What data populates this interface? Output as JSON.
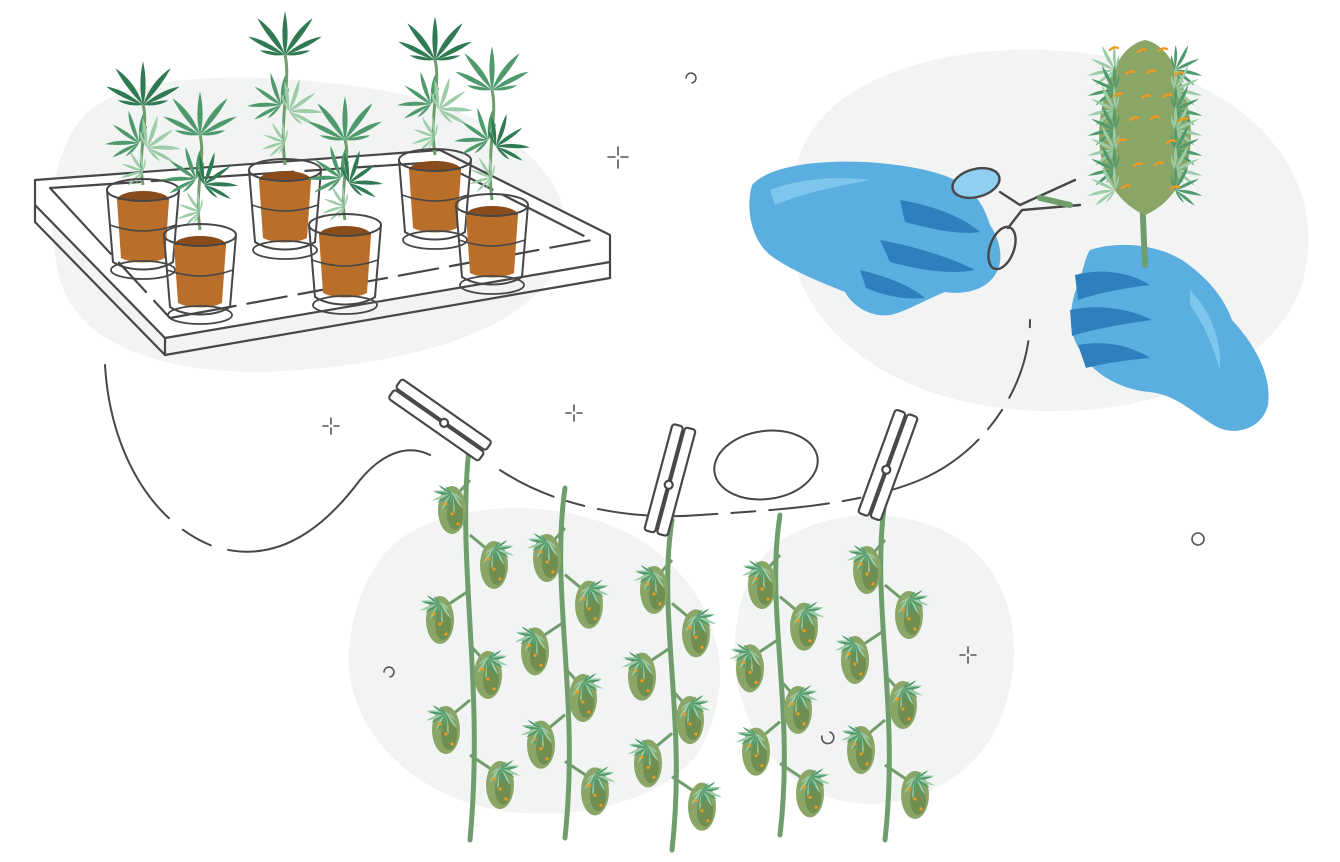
{
  "palette": {
    "outline": "#474747",
    "blob": "#f2f4f3",
    "leaf_dark": "#2f7a52",
    "leaf_mid": "#4f9a6d",
    "leaf_light": "#9ccca8",
    "stem": "#6f9e6c",
    "bud": "#8aa667",
    "bud_dark": "#5d7a3f",
    "pistil": "#f19a1f",
    "soil": "#b96e2a",
    "soil_dark": "#8a4c1a",
    "glove": "#5aaee0",
    "glove_dark": "#2f7fbf",
    "glove_light": "#8fd0f2"
  },
  "icons": [
    "seedlings-tray-illustration",
    "gloved-hands-trimming-illustration",
    "drying-clothesline-illustration"
  ]
}
